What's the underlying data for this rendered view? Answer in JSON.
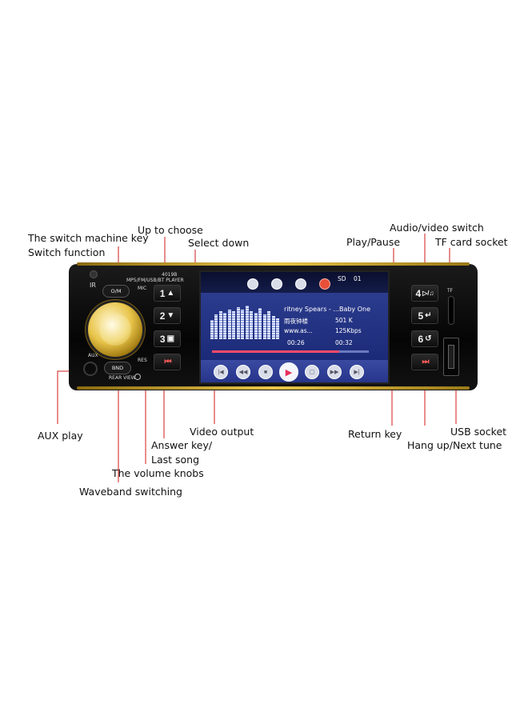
{
  "callouts": {
    "switch_machine_key": "The switch machine key",
    "switch_function": "Switch function",
    "up_to_choose": "Up to choose",
    "select_down": "Select down",
    "audio_video_switch": "Audio/video switch",
    "play_pause": "Play/Pause",
    "tf_card_socket": "TF card socket",
    "aux_play": "AUX play",
    "video_output": "Video output",
    "answer_key": "Answer key/",
    "last_song": "Last song",
    "volume_knobs": "The volume knobs",
    "waveband_switching": "Waveband switching",
    "return_key": "Return key",
    "usb_socket": "USB socket",
    "hang_up_next_tune": "Hang up/Next tune"
  },
  "device": {
    "model": "4019B",
    "subtitle": "MP5/FM/USB/BT PLAYER",
    "ir": "IR",
    "mic": "MIC",
    "aux": "AUX",
    "res": "RES",
    "rear_view": "REAR VIEW",
    "om_label": "O/M",
    "bnd_label": "BND",
    "tf_label": "TF",
    "keys_left": [
      {
        "num": "1",
        "sym": "▲"
      },
      {
        "num": "2",
        "sym": "▼"
      },
      {
        "num": "3",
        "sym": "▣"
      },
      {
        "num": "",
        "sym": "⏮"
      }
    ],
    "keys_right": [
      {
        "num": "4",
        "sym": "▷/♫"
      },
      {
        "num": "5",
        "sym": "↵"
      },
      {
        "num": "6",
        "sym": "↺"
      },
      {
        "num": "",
        "sym": "⏭"
      }
    ]
  },
  "screen": {
    "source": "SD",
    "track_no": "01",
    "song_title": "ritney Spears - ...Baby One",
    "album": "雨夜钟楼",
    "size": "501 K",
    "site": "www.as...",
    "bitrate": "125Kbps",
    "elapsed": "00:26",
    "total": "00:32",
    "progress": 0.81,
    "eq_bars": [
      0.55,
      0.7,
      0.8,
      0.75,
      0.85,
      0.8,
      0.9,
      0.85,
      0.95,
      0.8,
      0.75,
      0.88,
      0.7,
      0.8,
      0.65,
      0.6
    ]
  },
  "colors": {
    "callout_line": "#d11a1a",
    "gold": "#c9a227",
    "screen_bg": "#1c2a6e"
  }
}
